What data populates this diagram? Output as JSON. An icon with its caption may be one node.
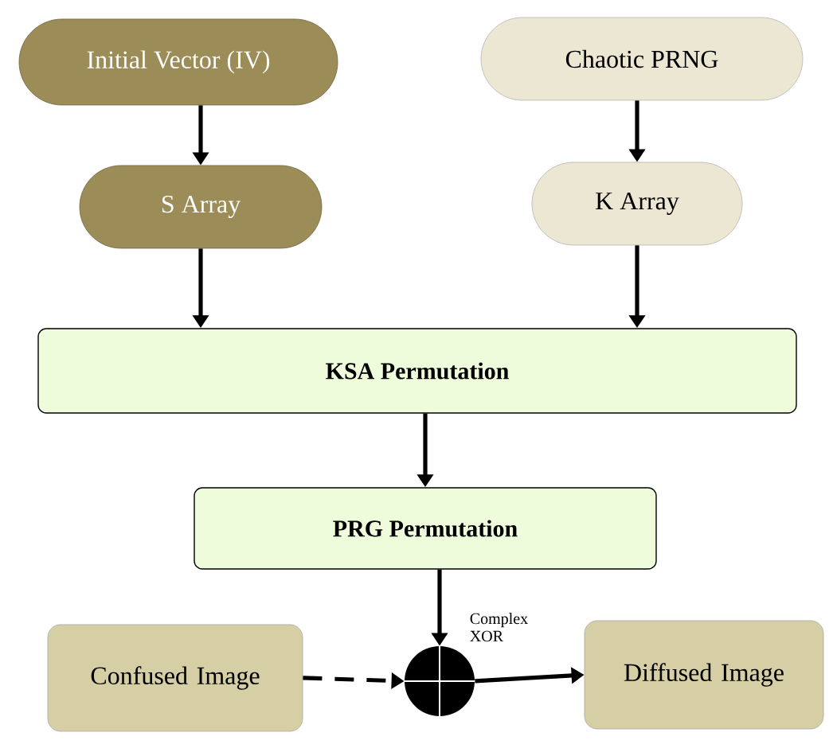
{
  "diagram": {
    "nodes": [
      {
        "text": [
          "Initial Vector (IV)"
        ]
      },
      {
        "text": [
          "Chaotic PRNG"
        ]
      },
      {
        "text": [
          "S  Array"
        ]
      },
      {
        "text": [
          "K Array"
        ]
      },
      {
        "text": [
          "KSA Permutation"
        ]
      },
      {
        "text": [
          "PRG Permutation"
        ]
      },
      {
        "text": [
          "Confused Image"
        ]
      },
      {
        "text": [],
        "shape": "circle"
      },
      {
        "text": [
          "Diffused Image"
        ]
      }
    ],
    "edges": [
      {
        "from": 0,
        "to": 2,
        "arrow": "to"
      },
      {
        "from": 1,
        "to": 3,
        "arrow": "to"
      },
      {
        "from": 2,
        "to": 4,
        "arrow": "to"
      },
      {
        "from": 3,
        "to": 4,
        "arrow": "to"
      },
      {
        "from": 4,
        "to": 5,
        "arrow": "to"
      },
      {
        "from": 5,
        "to": 7,
        "arrow": "to"
      },
      {
        "from": 6,
        "to": 7,
        "arrow": "to",
        "style": "dashed"
      },
      {
        "from": 7,
        "to": 8,
        "arrow": "to",
        "label": "Complex XOR"
      }
    ]
  }
}
